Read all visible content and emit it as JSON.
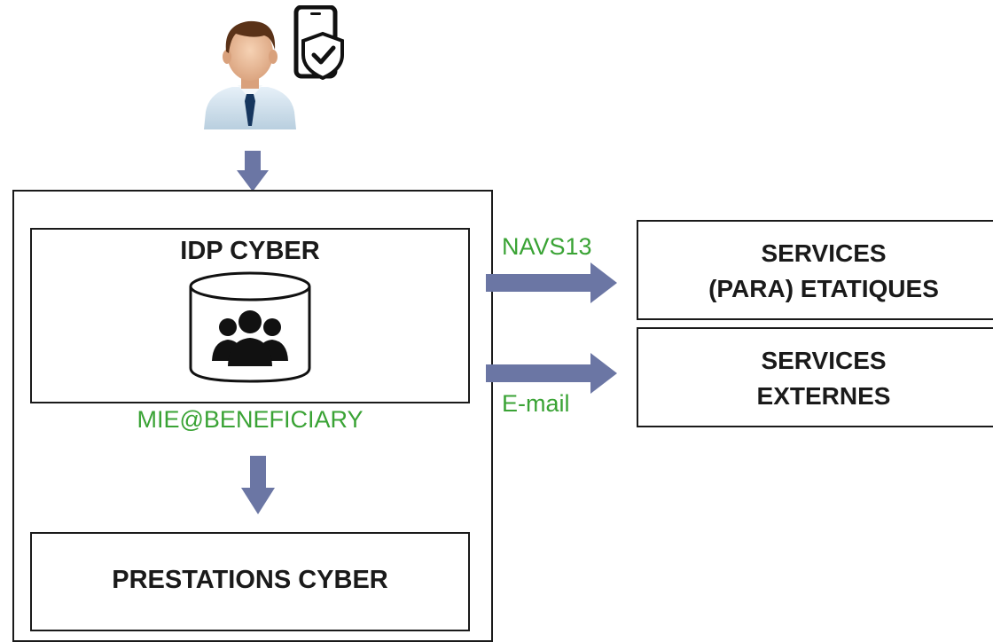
{
  "idp": {
    "title": "IDP CYBER",
    "attribute": "MIE@BENEFICIARY"
  },
  "prestations": {
    "label": "PRESTATIONS CYBER"
  },
  "flows": {
    "para_attribute": "NAVS13",
    "external_attribute": "E-mail"
  },
  "services": {
    "para_line1": "SERVICES",
    "para_line2": "(PARA) ETATIQUES",
    "external_line1": "SERVICES",
    "external_line2": "EXTERNES"
  },
  "colors": {
    "arrow": "#6b76a4",
    "attribute_text": "#3aa335",
    "border": "#1a1a1a"
  },
  "icons": [
    "user-avatar-icon",
    "mobile-shield-check-icon",
    "database-users-icon"
  ]
}
